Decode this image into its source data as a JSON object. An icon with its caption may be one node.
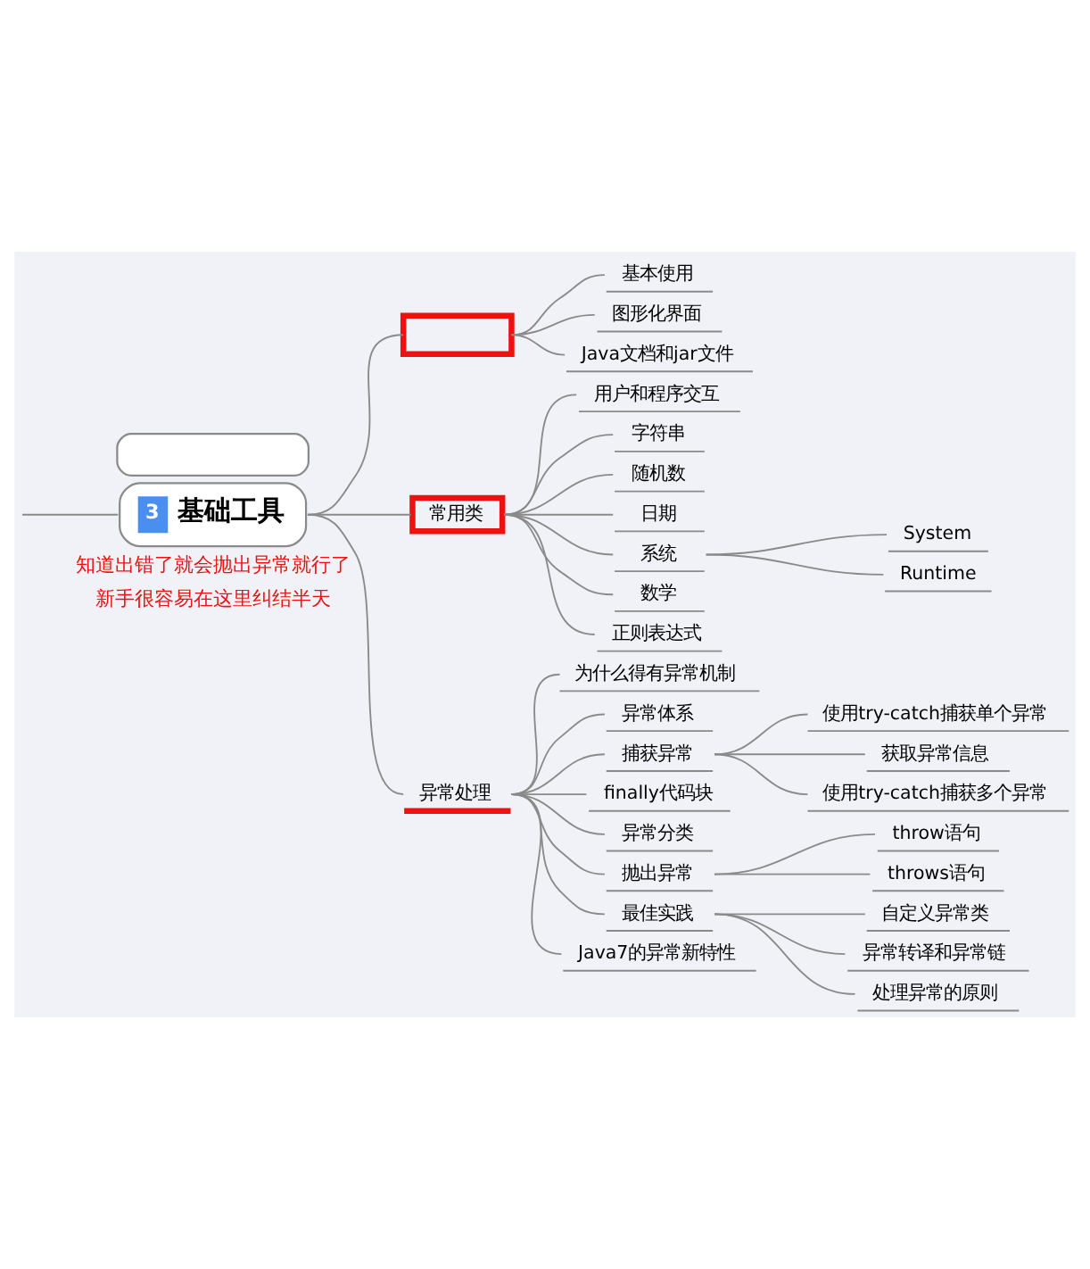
{
  "diagram": {
    "nodes": [
      {
        "text": [],
        "shape": "box"
      },
      {
        "text": [
          "3",
          "基础工具"
        ]
      },
      {
        "text": [],
        "shape": "box"
      },
      {
        "text": [
          "基本使用"
        ]
      },
      {
        "text": [
          "图形化界面"
        ]
      },
      {
        "text": [
          "Java文档和jar文件"
        ]
      },
      {
        "text": [
          "常用类"
        ]
      },
      {
        "text": [
          "用户和程序交互"
        ]
      },
      {
        "text": [
          "字符串"
        ]
      },
      {
        "text": [
          "随机数"
        ]
      },
      {
        "text": [
          "日期"
        ]
      },
      {
        "text": [
          "系统"
        ]
      },
      {
        "text": [
          "System"
        ]
      },
      {
        "text": [
          "Runtime"
        ]
      },
      {
        "text": [
          "数学"
        ]
      },
      {
        "text": [
          "正则表达式"
        ]
      },
      {
        "text": [
          "异常处理"
        ]
      },
      {
        "text": [
          "为什么得有异常机制"
        ]
      },
      {
        "text": [
          "异常体系"
        ]
      },
      {
        "text": [
          "捕获异常"
        ]
      },
      {
        "text": [
          "使用try-catch捕获单个异常"
        ]
      },
      {
        "text": [
          "获取异常信息"
        ]
      },
      {
        "text": [
          "使用try-catch捕获多个异常"
        ]
      },
      {
        "text": [
          "finally代码块"
        ]
      },
      {
        "text": [
          "异常分类"
        ]
      },
      {
        "text": [
          "抛出异常"
        ]
      },
      {
        "text": [
          "throw语句"
        ]
      },
      {
        "text": [
          "throws语句"
        ]
      },
      {
        "text": [
          "最佳实践"
        ]
      },
      {
        "text": [
          "自定义异常类"
        ]
      },
      {
        "text": [
          "异常转译和异常链"
        ]
      },
      {
        "text": [
          "处理异常的原则"
        ]
      },
      {
        "text": [
          "Java7的异常新特性"
        ]
      }
    ],
    "edges": [
      {
        "from": null,
        "to": 1,
        "arrow": "none"
      },
      {
        "from": 1,
        "to": 2,
        "arrow": "none"
      },
      {
        "from": 1,
        "to": 6,
        "arrow": "none"
      },
      {
        "from": 1,
        "to": 16,
        "arrow": "none"
      },
      {
        "from": 2,
        "to": 3,
        "arrow": "none"
      },
      {
        "from": 2,
        "to": 4,
        "arrow": "none"
      },
      {
        "from": 2,
        "to": 5,
        "arrow": "none"
      },
      {
        "from": 6,
        "to": 7,
        "arrow": "none"
      },
      {
        "from": 6,
        "to": 8,
        "arrow": "none"
      },
      {
        "from": 6,
        "to": 9,
        "arrow": "none"
      },
      {
        "from": 6,
        "to": 10,
        "arrow": "none"
      },
      {
        "from": 6,
        "to": 11,
        "arrow": "none"
      },
      {
        "from": 11,
        "to": 12,
        "arrow": "none"
      },
      {
        "from": 11,
        "to": 13,
        "arrow": "none"
      },
      {
        "from": 6,
        "to": 14,
        "arrow": "none"
      },
      {
        "from": 6,
        "to": 15,
        "arrow": "none"
      },
      {
        "from": 16,
        "to": 17,
        "arrow": "none"
      },
      {
        "from": 16,
        "to": 18,
        "arrow": "none"
      },
      {
        "from": 16,
        "to": 19,
        "arrow": "none"
      },
      {
        "from": 19,
        "to": 20,
        "arrow": "none"
      },
      {
        "from": 19,
        "to": 21,
        "arrow": "none"
      },
      {
        "from": 19,
        "to": 22,
        "arrow": "none"
      },
      {
        "from": 16,
        "to": 23,
        "arrow": "none"
      },
      {
        "from": 16,
        "to": 24,
        "arrow": "none"
      },
      {
        "from": 16,
        "to": 25,
        "arrow": "none"
      },
      {
        "from": 25,
        "to": 26,
        "arrow": "none"
      },
      {
        "from": 25,
        "to": 27,
        "arrow": "none"
      },
      {
        "from": 16,
        "to": 28,
        "arrow": "none"
      },
      {
        "from": 28,
        "to": 29,
        "arrow": "none"
      },
      {
        "from": 28,
        "to": 30,
        "arrow": "none"
      },
      {
        "from": 28,
        "to": 31,
        "arrow": "none"
      },
      {
        "from": 16,
        "to": 32,
        "arrow": "none"
      }
    ],
    "labels": [
      "知道出错了就会抛出异常就行了",
      "新手很容易在这里纠结半天"
    ]
  }
}
